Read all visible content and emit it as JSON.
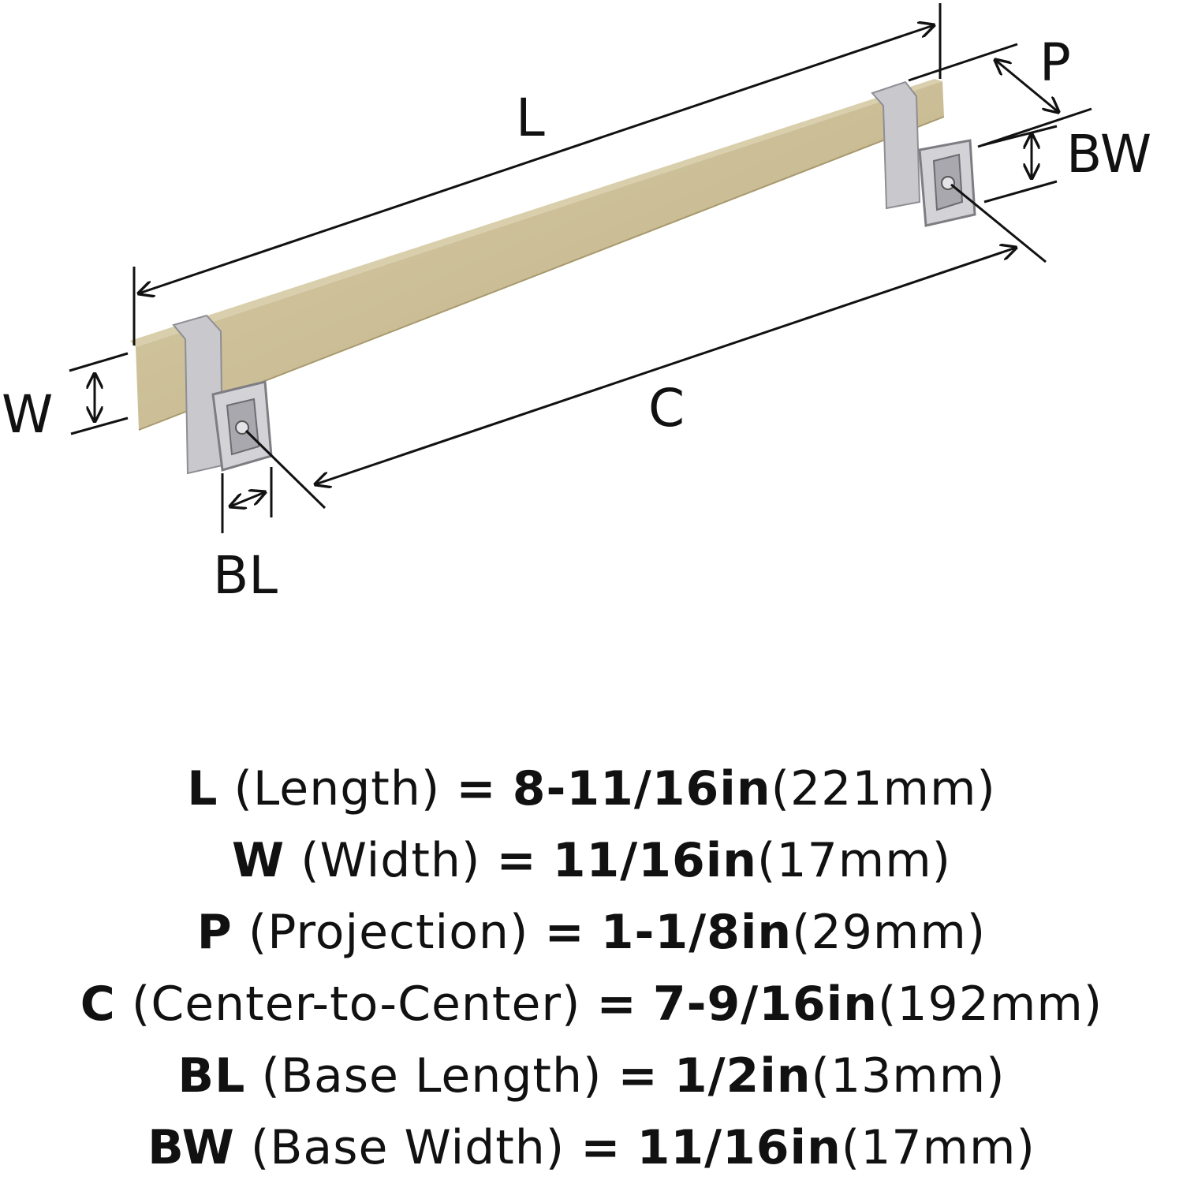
{
  "diagram": {
    "labels": {
      "L": "L",
      "P": "P",
      "BW": "BW",
      "W": "W",
      "C": "C",
      "BL": "BL"
    },
    "colors": {
      "bar": "#c9bc93",
      "bar_dark": "#aa9c70",
      "base": "#c4c4c8",
      "base_dark": "#8e8e94",
      "line": "#111111"
    }
  },
  "specs": [
    {
      "code": "L",
      "name": "(Length)",
      "eq": "=",
      "in": "8-11/16in",
      "mm": "(221mm)"
    },
    {
      "code": "W",
      "name": "(Width)",
      "eq": "=",
      "in": "11/16in",
      "mm": "(17mm)"
    },
    {
      "code": "P",
      "name": "(Projection)",
      "eq": "=",
      "in": "1-1/8in",
      "mm": "(29mm)"
    },
    {
      "code": "C",
      "name": "(Center-to-Center)",
      "eq": "=",
      "in": "7-9/16in",
      "mm": "(192mm)"
    },
    {
      "code": "BL",
      "name": "(Base Length)",
      "eq": "=",
      "in": "1/2in",
      "mm": "(13mm)"
    },
    {
      "code": "BW",
      "name": "(Base Width)",
      "eq": "=",
      "in": "11/16in",
      "mm": "(17mm)"
    }
  ]
}
